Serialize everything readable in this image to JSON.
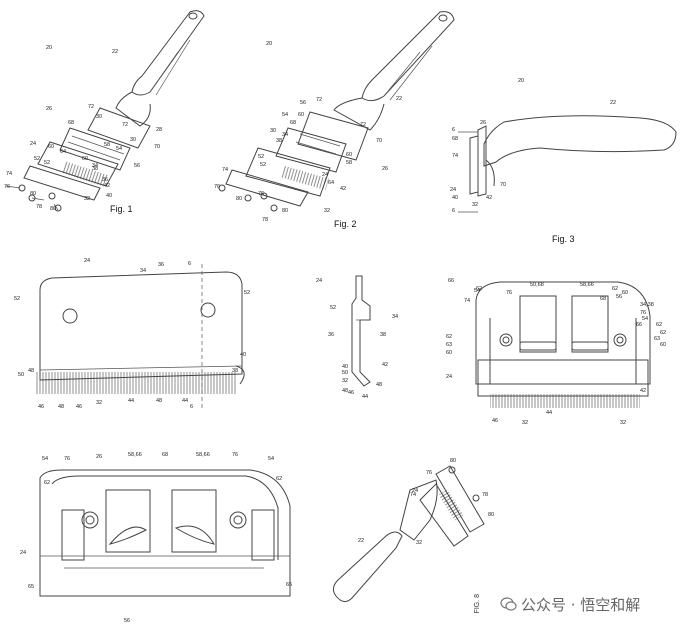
{
  "captions": {
    "fig1": "Fig. 1",
    "fig2": "Fig. 2",
    "fig3": "Fig. 3",
    "fig8": "FIG. 8"
  },
  "watermark": {
    "text": "公众号 · 悟空和解"
  },
  "labels": {
    "f1": [
      "20",
      "22",
      "26",
      "72",
      "30",
      "72",
      "28",
      "68",
      "30",
      "70",
      "24",
      "60",
      "58",
      "54",
      "64",
      "60",
      "34",
      "52",
      "56",
      "52",
      "38",
      "74",
      "36",
      "42",
      "76",
      "80",
      "40",
      "32",
      "78",
      "80"
    ],
    "f2": [
      "20",
      "22",
      "72",
      "56",
      "60",
      "72",
      "54",
      "68",
      "30",
      "34",
      "38",
      "70",
      "60",
      "58",
      "26",
      "52",
      "24",
      "52",
      "64",
      "42",
      "74",
      "32",
      "76",
      "80",
      "76",
      "78",
      "80"
    ],
    "f3": [
      "20",
      "22",
      "6",
      "26",
      "68",
      "74",
      "24",
      "40",
      "32",
      "42",
      "6",
      "70"
    ],
    "f4": [
      "24",
      "34",
      "36",
      "6",
      "52",
      "52",
      "40",
      "50",
      "38",
      "46",
      "48",
      "46",
      "32",
      "44",
      "48",
      "44",
      "48",
      "6"
    ],
    "f5": [
      "24",
      "52",
      "34",
      "36",
      "38",
      "40",
      "42",
      "50",
      "32",
      "48",
      "46",
      "48",
      "44"
    ],
    "f6": [
      "66",
      "62",
      "50,68",
      "58,66",
      "74",
      "54",
      "76",
      "68",
      "62",
      "56",
      "60",
      "34,38",
      "76",
      "54",
      "66",
      "62",
      "62",
      "63",
      "60",
      "62",
      "63",
      "60",
      "24",
      "42",
      "46",
      "32",
      "44",
      "32"
    ],
    "f7": [
      "54",
      "76",
      "26",
      "58,66",
      "68",
      "58,66",
      "76",
      "54",
      "62",
      "62",
      "24",
      "65",
      "65",
      "56"
    ],
    "f8": [
      "76",
      "80",
      "78",
      "74",
      "22",
      "24",
      "80",
      "32"
    ]
  }
}
